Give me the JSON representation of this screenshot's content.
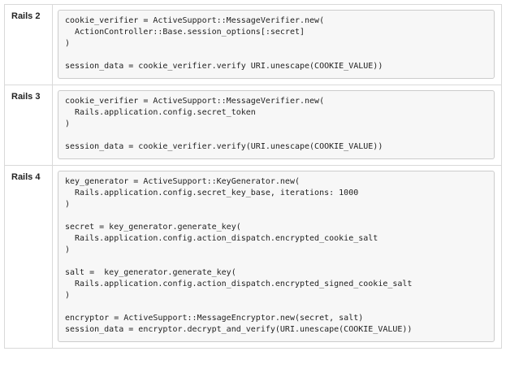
{
  "rows": [
    {
      "label": "Rails 2",
      "code_lines": [
        "cookie_verifier = ActiveSupport::MessageVerifier.new(",
        "  ActionController::Base.session_options[:secret]",
        ")",
        "",
        "session_data = cookie_verifier.verify URI.unescape(COOKIE_VALUE))"
      ]
    },
    {
      "label": "Rails 3",
      "code_lines": [
        "cookie_verifier = ActiveSupport::MessageVerifier.new(",
        "  Rails.application.config.secret_token",
        ")",
        "",
        "session_data = cookie_verifier.verify(URI.unescape(COOKIE_VALUE))"
      ]
    },
    {
      "label": "Rails 4",
      "code_lines": [
        "key_generator = ActiveSupport::KeyGenerator.new(",
        "  Rails.application.config.secret_key_base, iterations: 1000",
        ")",
        "",
        "secret = key_generator.generate_key(",
        "  Rails.application.config.action_dispatch.encrypted_cookie_salt",
        ")",
        "",
        "salt =  key_generator.generate_key(",
        "  Rails.application.config.action_dispatch.encrypted_signed_cookie_salt",
        ")",
        "",
        "encryptor = ActiveSupport::MessageEncryptor.new(secret, salt)",
        "session_data = encryptor.decrypt_and_verify(URI.unescape(COOKIE_VALUE))"
      ]
    }
  ]
}
